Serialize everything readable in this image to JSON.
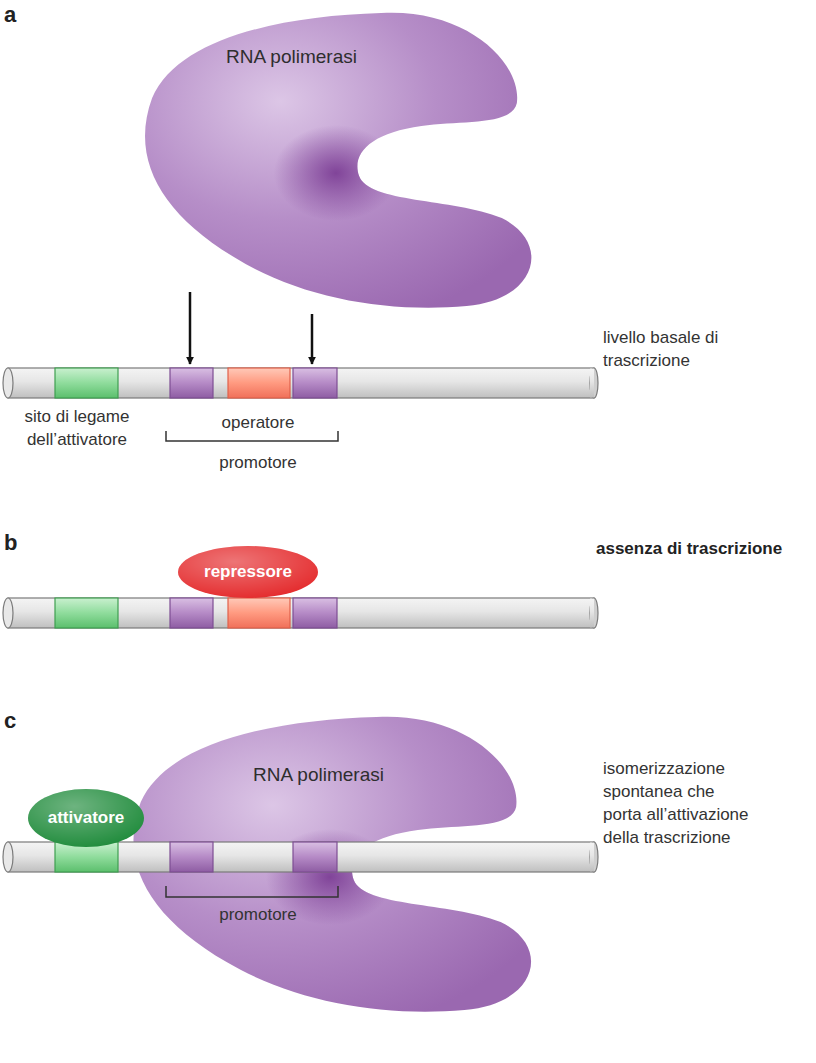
{
  "diagram": {
    "nodes": [
      {
        "text": [
          "RNA polimerasi"
        ]
      },
      {
        "text": [
          "repressore"
        ]
      },
      {
        "text": [
          "RNA polimerasi"
        ]
      },
      {
        "text": [
          "attivatore"
        ]
      }
    ],
    "labels": [
      "a",
      "livello basale di trascrizione",
      "sito di legame dell’attivatore",
      "operatore",
      "promotore",
      "b",
      "assenza di trascrizione",
      "c",
      "isomerizzazione spontanea che porta all’attivazione della trascrizione",
      "promotore"
    ]
  }
}
